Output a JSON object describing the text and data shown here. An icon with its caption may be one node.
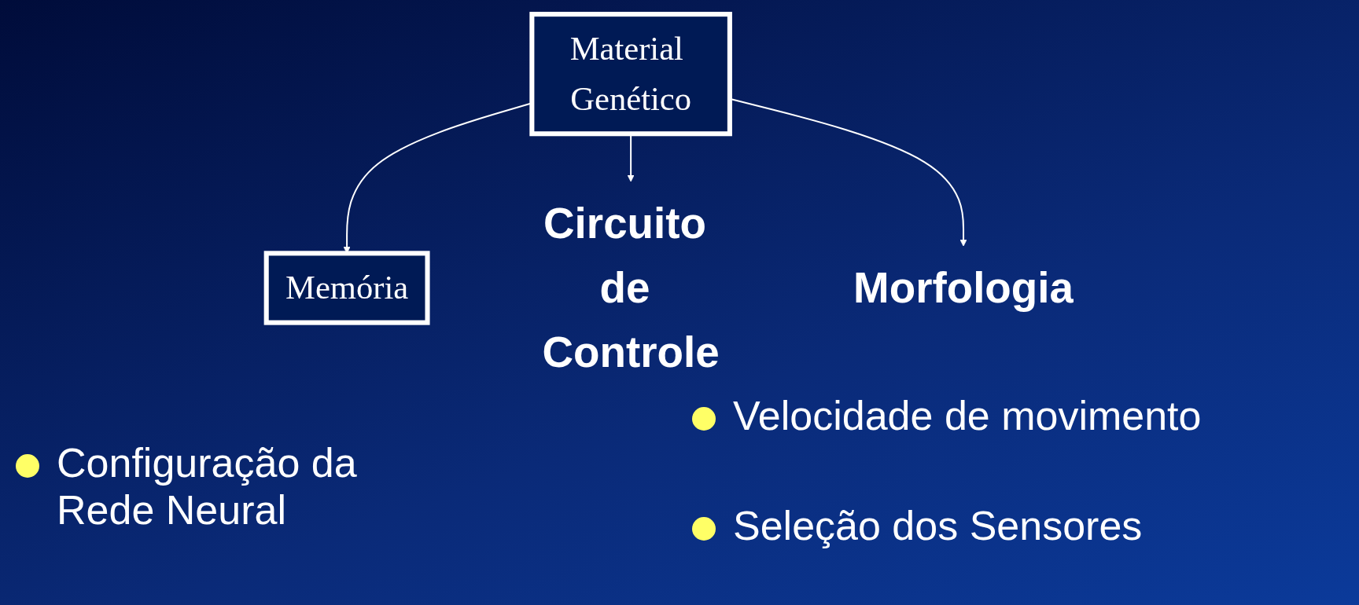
{
  "diagram": {
    "nodes": [
      {
        "text": [
          "Material Genético"
        ]
      },
      {
        "text": [
          "Memória"
        ]
      },
      {
        "text": [
          "Circuito de Controle"
        ]
      },
      {
        "text": [
          "Morfologia"
        ]
      }
    ],
    "edges": [
      {
        "from": 0,
        "to": 1,
        "arrow": "to"
      },
      {
        "from": 0,
        "to": 2,
        "arrow": "to"
      },
      {
        "from": 0,
        "to": 3,
        "arrow": "to"
      }
    ],
    "labels": [
      "Configuração da Rede Neural",
      "Velocidade de movimento",
      "Seleção dos Sensores"
    ]
  }
}
